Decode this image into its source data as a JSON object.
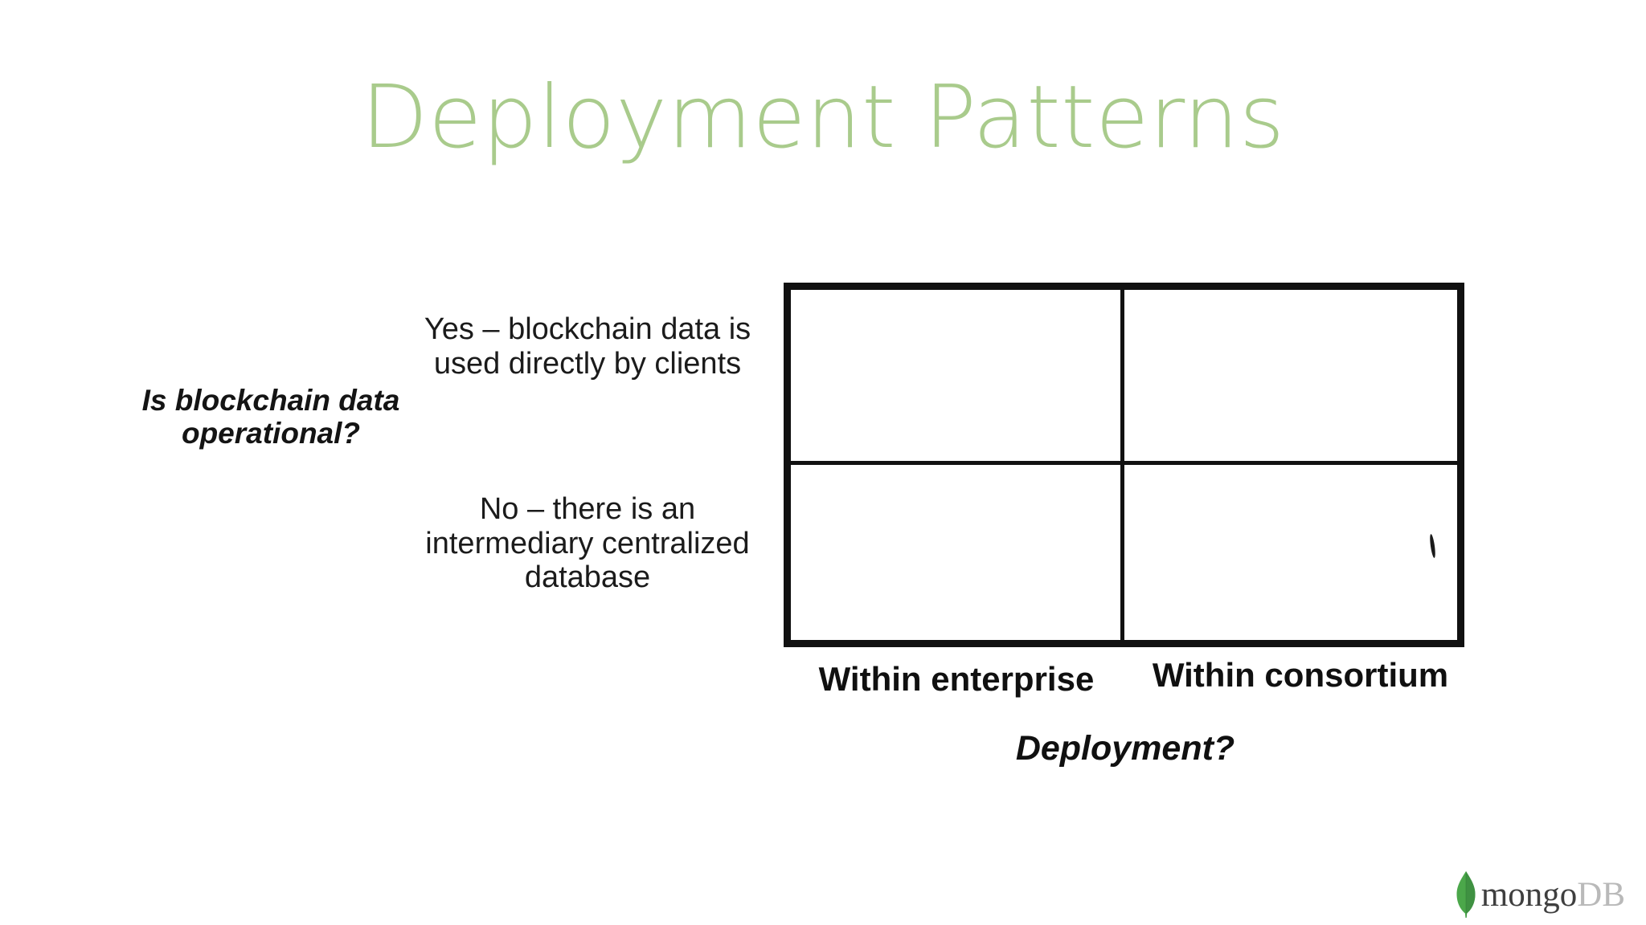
{
  "slide": {
    "title": "Deployment Patterns",
    "title_color": "#a9cb8c",
    "background_color": "#ffffff"
  },
  "matrix": {
    "row_axis_title": "Is blockchain data operational?",
    "col_axis_title": "Deployment?",
    "row_labels": [
      "Yes – blockchain data is used directly by clients",
      "No – there is an intermediary centralized database"
    ],
    "column_labels": [
      "Within enterprise",
      "Within consortium"
    ],
    "cells": [
      {
        "row": "Yes",
        "column": "Within enterprise",
        "content": ""
      },
      {
        "row": "Yes",
        "column": "Within consortium",
        "content": ""
      },
      {
        "row": "No",
        "column": "Within enterprise",
        "content": ""
      },
      {
        "row": "No",
        "column": "Within consortium",
        "content": ""
      }
    ],
    "border_color": "#111111"
  },
  "brand": {
    "name_primary": "mongo",
    "name_secondary": "DB",
    "leaf_color": "#4ba74a",
    "primary_color": "#3f3f3f",
    "secondary_color": "#b9b9b9"
  }
}
